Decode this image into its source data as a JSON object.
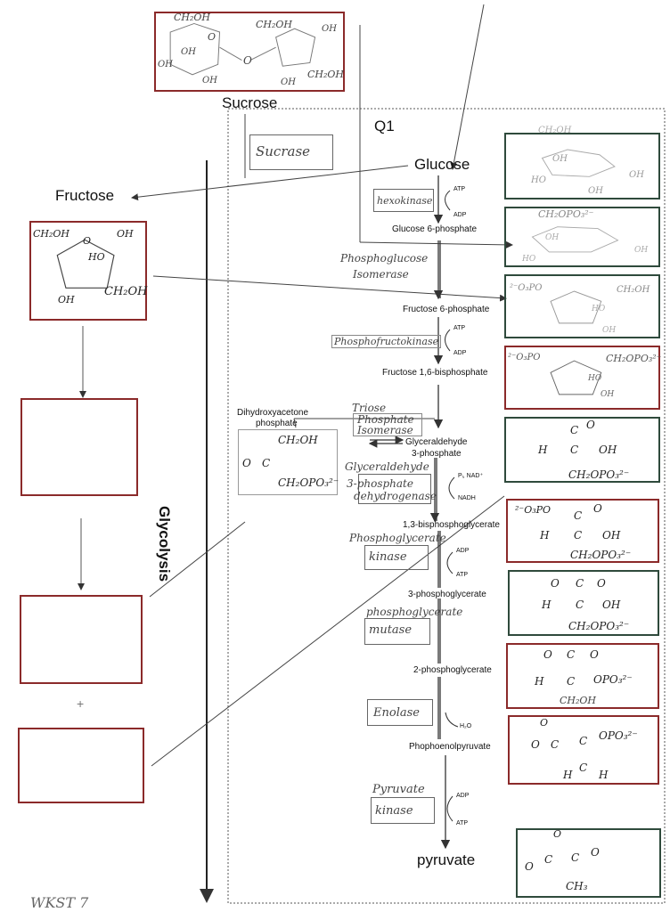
{
  "title_sucrose": "Sucrose",
  "q_label": "Q1",
  "glycolysis_label": "Glycolysis",
  "fructose_label": "Fructose",
  "glucose_label": "Glucose",
  "pyruvate_label": "pyruvate",
  "footer_note": "WKST 7",
  "plus_sign": "+",
  "enzymes": {
    "sucrase": "Sucrase",
    "hexokinase": "hexokinase",
    "phosphoglucose_isomerase": [
      "Phosphoglucose",
      "Isomerase"
    ],
    "phosphofructokinase": "Phosphofructokinase",
    "triose_phosphate_isomerase": [
      "Triose",
      "Phosphate",
      "Isomerase"
    ],
    "g3p_dehydrogenase": [
      "Glyceraldehyde",
      "3-phosphate",
      "dehydrogenase"
    ],
    "phosphoglycerate_kinase": [
      "Phosphoglycerate",
      "kinase"
    ],
    "phosphoglycerate_mutase": [
      "phosphoglycerate",
      "mutase"
    ],
    "enolase": "Enolase",
    "pyruvate_kinase": [
      "Pyruvate",
      "kinase"
    ]
  },
  "intermediates": {
    "glucose_6_phosphate": "Glucose 6-phosphate",
    "fructose_6_phosphate": "Fructose 6-phosphate",
    "fructose_1_6_bisphosphate": "Fructose 1,6-bisphosphate",
    "dihydroxyacetone_phosphate": [
      "Dihydroxyacetone",
      "phosphate"
    ],
    "glyceraldehyde_3_phosphate": [
      "Glyceraldehyde",
      "3-phosphate"
    ],
    "bisphosphoglycerate": "1,3-bisphosphoglycerate",
    "three_phosphoglycerate": "3-phosphoglycerate",
    "two_phosphoglycerate": "2-phosphoglycerate",
    "phosphoenolpyruvate": "Phophoenolpyruvate"
  },
  "cofactors": {
    "atp": "ATP",
    "adp": "ADP",
    "pi_nad": "Pᵢ, NAD⁺",
    "nadh": "NADH",
    "h2o": "H₂O"
  },
  "structures": {
    "ch2oh": "CH₂OH",
    "ch2opo3": "CH₂OPO₃²⁻",
    "po3": "²⁻O₃PO",
    "opo3": "OPO₃²⁻",
    "ch3": "CH₃",
    "oh": "OH",
    "ho": "HO",
    "h": "H",
    "o": "O",
    "c": "C"
  }
}
